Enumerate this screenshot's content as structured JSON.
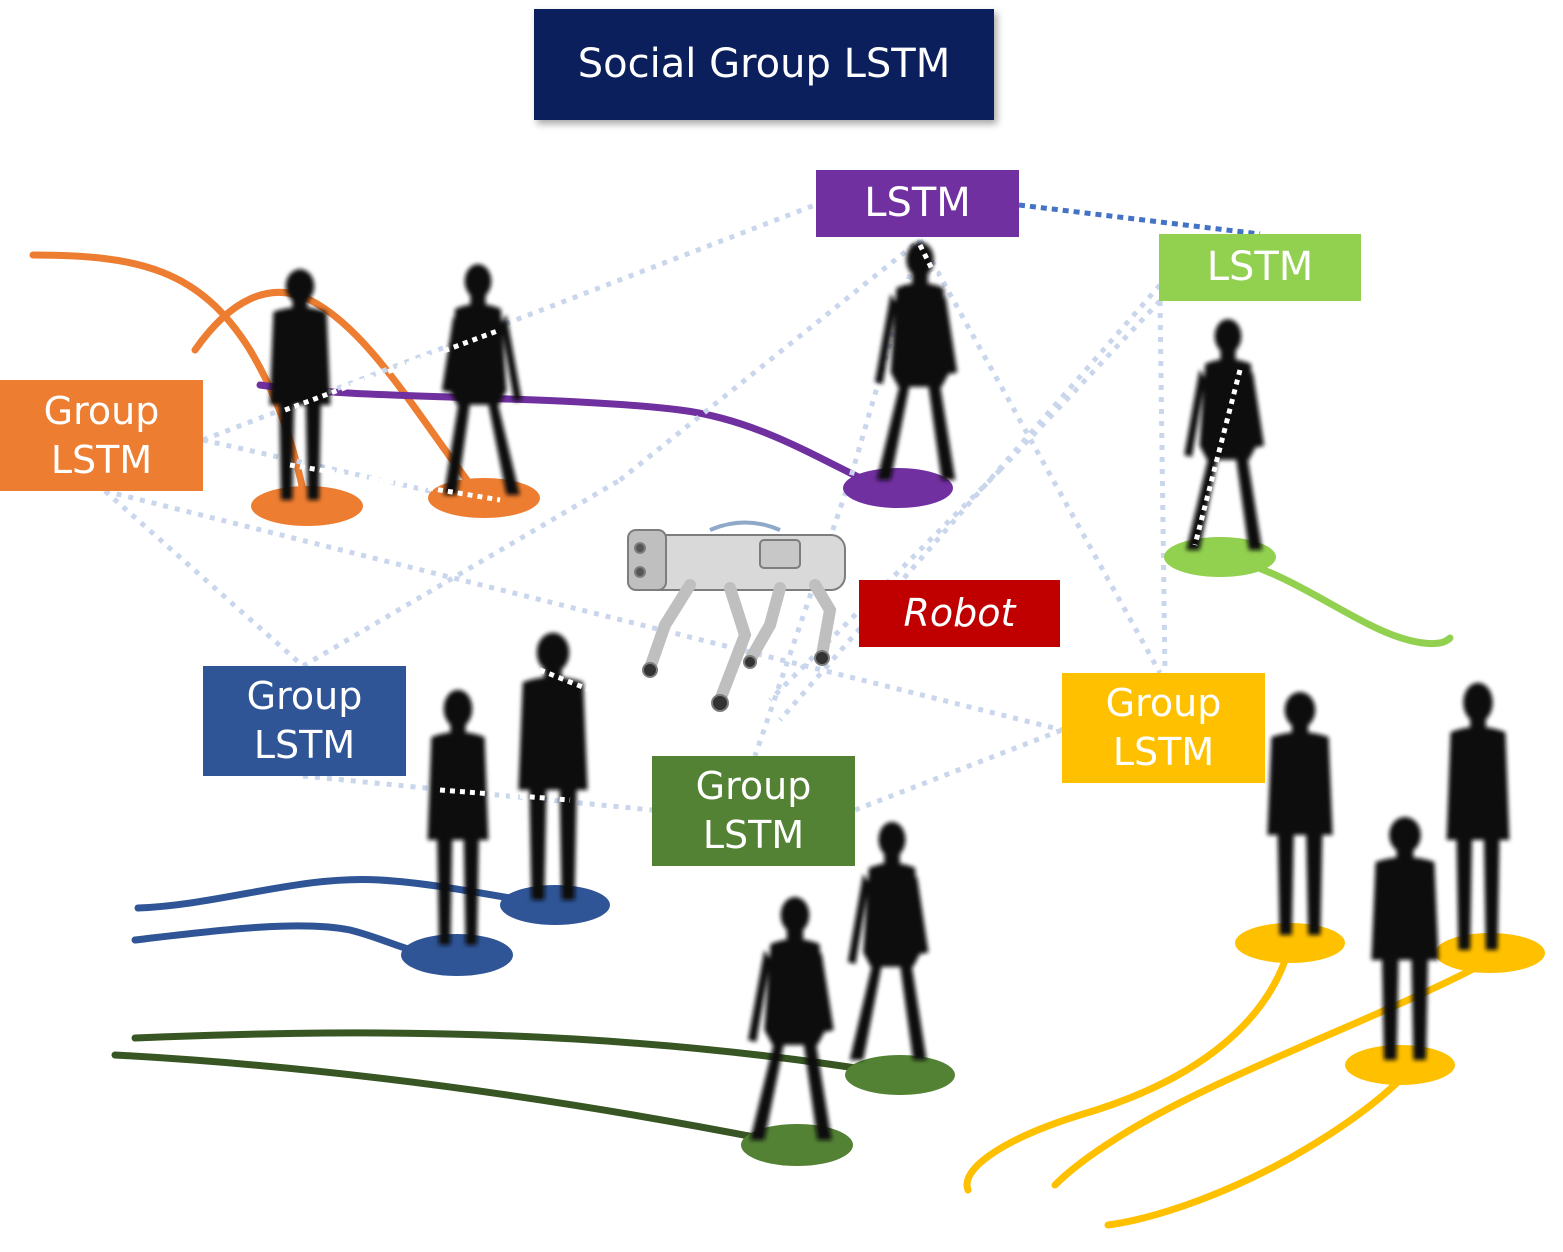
{
  "title": "Social Group LSTM",
  "labels": {
    "lstm_purple": "LSTM",
    "lstm_lightgreen": "LSTM",
    "group_orange": "Group\nLSTM",
    "group_blue": "Group\nLSTM",
    "group_green": "Group\nLSTM",
    "group_yellow": "Group\nLSTM",
    "robot": "Robot"
  },
  "colors": {
    "title_bg": "#0b1f5c",
    "purple": "#7030a0",
    "light_green": "#92d050",
    "orange": "#ed7d31",
    "blue": "#2f5597",
    "dark_green": "#548235",
    "dark_green_path": "#375623",
    "yellow": "#ffc000",
    "robot_red": "#c00000",
    "dotted_link": "#c9d6ec",
    "dotted_link_dark": "#4472c4",
    "silhouette": "#0a0a0a"
  },
  "icons": [
    "pedestrian-silhouette-icon",
    "quadruped-robot-icon"
  ]
}
